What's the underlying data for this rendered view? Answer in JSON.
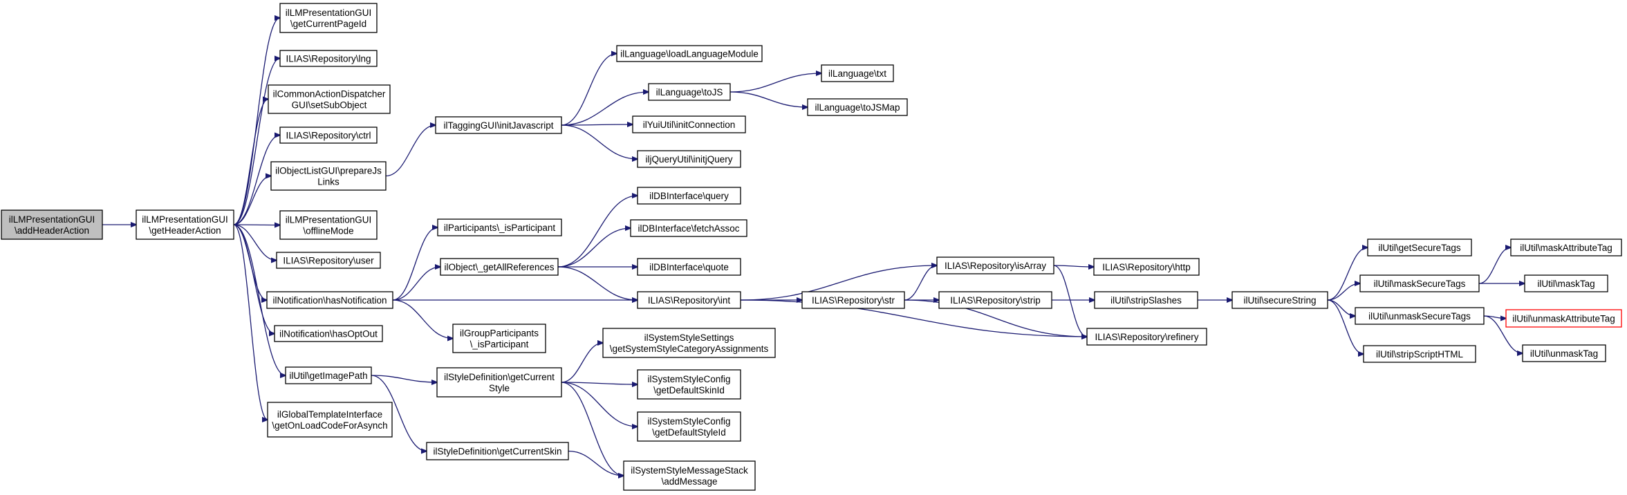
{
  "diagram": {
    "type": "call-graph",
    "nodes": [
      {
        "id": "n0",
        "lines": [
          "ilLMPresentationGUI",
          "\\addHeaderAction"
        ],
        "style": "root"
      },
      {
        "id": "n1",
        "lines": [
          "ilLMPresentationGUI",
          "\\getHeaderAction"
        ]
      },
      {
        "id": "n2",
        "lines": [
          "ilLMPresentationGUI",
          "\\getCurrentPageId"
        ]
      },
      {
        "id": "n3",
        "lines": [
          "ILIAS\\Repository\\lng"
        ]
      },
      {
        "id": "n4",
        "lines": [
          "ilCommonActionDispatcher",
          "GUI\\setSubObject"
        ]
      },
      {
        "id": "n5",
        "lines": [
          "ILIAS\\Repository\\ctrl"
        ]
      },
      {
        "id": "n6",
        "lines": [
          "ilObjectListGUI\\prepareJs",
          "Links"
        ]
      },
      {
        "id": "n7",
        "lines": [
          "ilLMPresentationGUI",
          "\\offlineMode"
        ]
      },
      {
        "id": "n8",
        "lines": [
          "ILIAS\\Repository\\user"
        ]
      },
      {
        "id": "n9",
        "lines": [
          "ilNotification\\hasNotification"
        ]
      },
      {
        "id": "n10",
        "lines": [
          "ilNotification\\hasOptOut"
        ]
      },
      {
        "id": "n11",
        "lines": [
          "ilUtil\\getImagePath"
        ]
      },
      {
        "id": "n12",
        "lines": [
          "ilGlobalTemplateInterface",
          "\\getOnLoadCodeForAsynch"
        ]
      },
      {
        "id": "n13",
        "lines": [
          "ilTaggingGUI\\initJavascript"
        ]
      },
      {
        "id": "n14",
        "lines": [
          "ilParticipants\\_isParticipant"
        ]
      },
      {
        "id": "n15",
        "lines": [
          "ilObject\\_getAllReferences"
        ]
      },
      {
        "id": "n16",
        "lines": [
          "ilGroupParticipants",
          "\\_isParticipant"
        ]
      },
      {
        "id": "n17",
        "lines": [
          "ilStyleDefinition\\getCurrent",
          "Style"
        ]
      },
      {
        "id": "n18",
        "lines": [
          "ilStyleDefinition\\getCurrentSkin"
        ]
      },
      {
        "id": "n19",
        "lines": [
          "ilLanguage\\loadLanguageModule"
        ]
      },
      {
        "id": "n20",
        "lines": [
          "ilLanguage\\toJS"
        ]
      },
      {
        "id": "n21",
        "lines": [
          "ilYuiUtil\\initConnection"
        ]
      },
      {
        "id": "n22",
        "lines": [
          "iljQueryUtil\\initjQuery"
        ]
      },
      {
        "id": "n23",
        "lines": [
          "ilDBInterface\\query"
        ]
      },
      {
        "id": "n24",
        "lines": [
          "ilDBInterface\\fetchAssoc"
        ]
      },
      {
        "id": "n25",
        "lines": [
          "ilDBInterface\\quote"
        ]
      },
      {
        "id": "n26",
        "lines": [
          "ILIAS\\Repository\\int"
        ]
      },
      {
        "id": "n27",
        "lines": [
          "ilSystemStyleSettings",
          "\\getSystemStyleCategoryAssignments"
        ]
      },
      {
        "id": "n28",
        "lines": [
          "ilSystemStyleConfig",
          "\\getDefaultSkinId"
        ]
      },
      {
        "id": "n29",
        "lines": [
          "ilSystemStyleConfig",
          "\\getDefaultStyleId"
        ]
      },
      {
        "id": "n30",
        "lines": [
          "ilSystemStyleMessageStack",
          "\\addMessage"
        ]
      },
      {
        "id": "n31",
        "lines": [
          "ilLanguage\\txt"
        ]
      },
      {
        "id": "n32",
        "lines": [
          "ilLanguage\\toJSMap"
        ]
      },
      {
        "id": "n33",
        "lines": [
          "ILIAS\\Repository\\isArray"
        ]
      },
      {
        "id": "n34",
        "lines": [
          "ILIAS\\Repository\\str"
        ]
      },
      {
        "id": "n35",
        "lines": [
          "ILIAS\\Repository\\strip"
        ]
      },
      {
        "id": "n36",
        "lines": [
          "ILIAS\\Repository\\refinery"
        ]
      },
      {
        "id": "n37",
        "lines": [
          "ILIAS\\Repository\\http"
        ]
      },
      {
        "id": "n38",
        "lines": [
          "ilUtil\\stripSlashes"
        ]
      },
      {
        "id": "n39",
        "lines": [
          "ilUtil\\secureString"
        ]
      },
      {
        "id": "n40",
        "lines": [
          "ilUtil\\getSecureTags"
        ]
      },
      {
        "id": "n41",
        "lines": [
          "ilUtil\\maskSecureTags"
        ]
      },
      {
        "id": "n42",
        "lines": [
          "ilUtil\\unmaskSecureTags"
        ]
      },
      {
        "id": "n43",
        "lines": [
          "ilUtil\\stripScriptHTML"
        ]
      },
      {
        "id": "n44",
        "lines": [
          "ilUtil\\maskAttributeTag"
        ]
      },
      {
        "id": "n45",
        "lines": [
          "ilUtil\\maskTag"
        ]
      },
      {
        "id": "n46",
        "lines": [
          "ilUtil\\unmaskAttributeTag"
        ],
        "style": "red"
      },
      {
        "id": "n47",
        "lines": [
          "ilUtil\\unmaskTag"
        ]
      }
    ],
    "edges": [
      [
        "n0",
        "n1"
      ],
      [
        "n1",
        "n2"
      ],
      [
        "n1",
        "n3"
      ],
      [
        "n1",
        "n4"
      ],
      [
        "n1",
        "n5"
      ],
      [
        "n1",
        "n6"
      ],
      [
        "n1",
        "n7"
      ],
      [
        "n1",
        "n8"
      ],
      [
        "n1",
        "n9"
      ],
      [
        "n1",
        "n10"
      ],
      [
        "n1",
        "n11"
      ],
      [
        "n1",
        "n12"
      ],
      [
        "n6",
        "n13"
      ],
      [
        "n13",
        "n19"
      ],
      [
        "n13",
        "n20"
      ],
      [
        "n13",
        "n21"
      ],
      [
        "n13",
        "n22"
      ],
      [
        "n20",
        "n31"
      ],
      [
        "n20",
        "n32"
      ],
      [
        "n9",
        "n14"
      ],
      [
        "n9",
        "n15"
      ],
      [
        "n9",
        "n16"
      ],
      [
        "n9",
        "n26"
      ],
      [
        "n15",
        "n23"
      ],
      [
        "n15",
        "n24"
      ],
      [
        "n15",
        "n25"
      ],
      [
        "n15",
        "n26"
      ],
      [
        "n26",
        "n33"
      ],
      [
        "n26",
        "n34"
      ],
      [
        "n26",
        "n36"
      ],
      [
        "n34",
        "n33"
      ],
      [
        "n34",
        "n35"
      ],
      [
        "n34",
        "n36"
      ],
      [
        "n33",
        "n37"
      ],
      [
        "n33",
        "n36"
      ],
      [
        "n35",
        "n38"
      ],
      [
        "n38",
        "n39"
      ],
      [
        "n39",
        "n40"
      ],
      [
        "n39",
        "n41"
      ],
      [
        "n39",
        "n42"
      ],
      [
        "n39",
        "n43"
      ],
      [
        "n41",
        "n44"
      ],
      [
        "n41",
        "n45"
      ],
      [
        "n42",
        "n46"
      ],
      [
        "n42",
        "n47"
      ],
      [
        "n11",
        "n17"
      ],
      [
        "n11",
        "n18"
      ],
      [
        "n17",
        "n27"
      ],
      [
        "n17",
        "n28"
      ],
      [
        "n17",
        "n29"
      ],
      [
        "n17",
        "n30"
      ],
      [
        "n18",
        "n30"
      ]
    ]
  }
}
